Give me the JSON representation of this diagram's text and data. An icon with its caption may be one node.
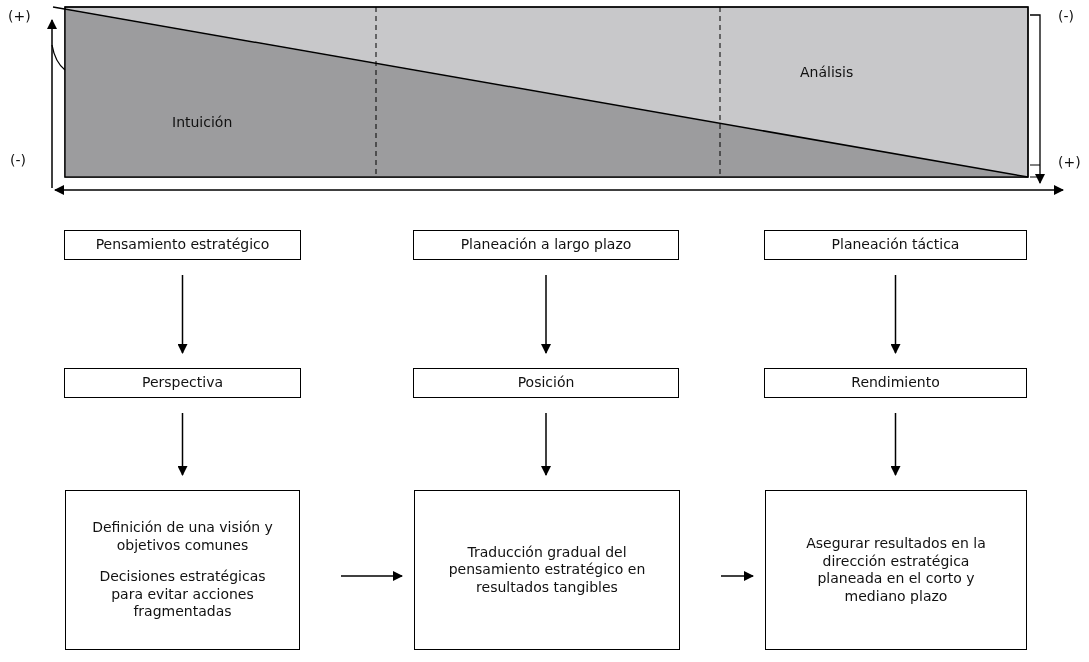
{
  "diagram": {
    "nodes": [
      {
        "text": [
          "Pensamiento estratégico"
        ]
      },
      {
        "text": [
          "Planeación a largo plazo"
        ]
      },
      {
        "text": [
          "Planeación táctica"
        ]
      },
      {
        "text": [
          "Perspectiva"
        ]
      },
      {
        "text": [
          "Posición"
        ]
      },
      {
        "text": [
          "Rendimiento"
        ]
      },
      {
        "text": [
          "Definición de una visión y objetivos comunes",
          "Decisiones estratégicas para evitar acciones fragmentadas"
        ]
      },
      {
        "text": [
          "Traducción gradual del pensamiento estratégico en resultados tangibles"
        ]
      },
      {
        "text": [
          "Asegurar resultados en la dirección estratégica planeada en el corto y mediano plazo"
        ]
      }
    ],
    "edges": [
      {
        "from": 0,
        "to": 3,
        "arrow": "to"
      },
      {
        "from": 1,
        "to": 4,
        "arrow": "to"
      },
      {
        "from": 2,
        "to": 5,
        "arrow": "to"
      },
      {
        "from": 3,
        "to": 6,
        "arrow": "to"
      },
      {
        "from": 4,
        "to": 7,
        "arrow": "to"
      },
      {
        "from": 5,
        "to": 8,
        "arrow": "to"
      },
      {
        "from": 6,
        "to": 7,
        "arrow": "to"
      },
      {
        "from": 7,
        "to": 8,
        "arrow": "to"
      }
    ],
    "labels": [
      "(+)",
      "(-)",
      "Análisis",
      "Intuición",
      "(-)",
      "(+)"
    ]
  }
}
